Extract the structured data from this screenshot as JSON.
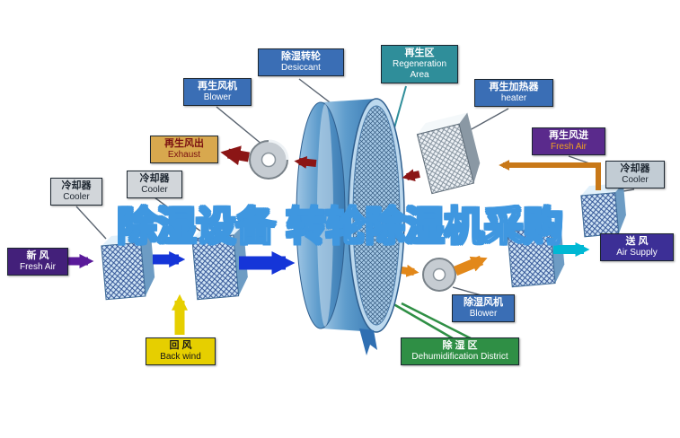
{
  "watermark": "除湿设备 转轮除湿机采购",
  "labels": {
    "desiccant": {
      "zh": "除湿转轮",
      "en": "Desiccant"
    },
    "regen_area": {
      "zh": "再生区",
      "en": "Regeneration Area"
    },
    "regen_blower": {
      "zh": "再生风机",
      "en": "Blower"
    },
    "regen_heater": {
      "zh": "再生加热器",
      "en": "heater"
    },
    "exhaust": {
      "zh": "再生风出",
      "en": "Exhaust"
    },
    "cooler_far_left": {
      "zh": "冷却器",
      "en": "Cooler"
    },
    "cooler_left": {
      "zh": "冷却器",
      "en": "Cooler"
    },
    "regen_fresh_air": {
      "zh": "再生风进",
      "en": "Fresh Air"
    },
    "cooler_right": {
      "zh": "冷却器",
      "en": "Cooler"
    },
    "fresh_air": {
      "zh": "新  风",
      "en": "Fresh Air"
    },
    "air_supply": {
      "zh": "送  风",
      "en": "Air Supply"
    },
    "back_wind": {
      "zh": "回  风",
      "en": "Back wind"
    },
    "dehum_blower": {
      "zh": "除湿风机",
      "en": "Blower"
    },
    "dehum_district": {
      "zh": "除 湿 区",
      "en": "Dehumidification District"
    }
  },
  "colors": {
    "process_air_arrow": "#1535d8",
    "regen_hot_air_arrow": "#8b1515",
    "regen_warm_air_arrow": "#e2881a",
    "supply_air_arrow": "#00b8d4",
    "fresh_air_arrow": "#5a1a9a",
    "return_air_arrow": "#e6cf00",
    "label_blue": "#3a6eb5",
    "label_teal": "#2f8e9a",
    "label_green": "#2f8f45",
    "label_purple": "#5a2a8c",
    "label_yellow": "#e6cf00",
    "watermark_outline": "#3f97e0"
  }
}
